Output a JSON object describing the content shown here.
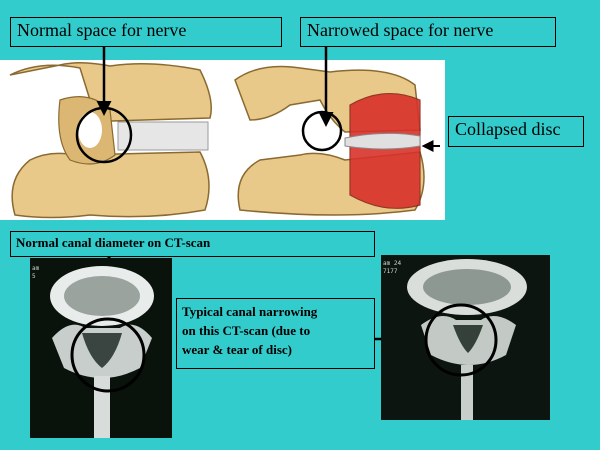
{
  "labels": {
    "normal_space": "Normal space for nerve",
    "narrowed_space": "Narrowed space for nerve",
    "collapsed_disc": "Collapsed disc",
    "normal_canal": "Normal canal diameter on CT-scan",
    "typical_narrowing_line1": "Typical canal narrowing",
    "typical_narrowing_line2": "on this CT-scan (due to",
    "typical_narrowing_line3": "wear & tear of disc)"
  },
  "ct_marks": {
    "left_top": "am",
    "left_top2": "5",
    "right_top": "am 24",
    "right_top2": "7177"
  },
  "colors": {
    "background": "#33cccc",
    "bone": "#e8c98a",
    "disc_red": "#d8322a",
    "ct_dark": "#0a120c"
  }
}
